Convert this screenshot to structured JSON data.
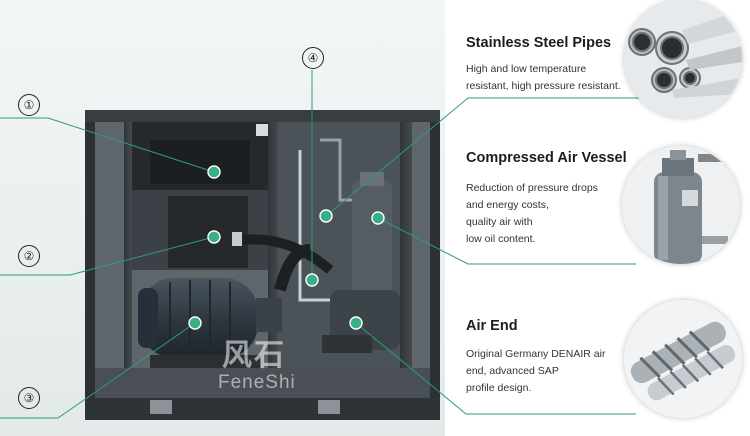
{
  "markers": {
    "m1": "①",
    "m2": "②",
    "m3": "③",
    "m4": "④"
  },
  "features": [
    {
      "title": "Stainless Steel Pipes",
      "lines": [
        "High and low temperature",
        "resistant, high pressure resistant."
      ],
      "icon": "steel-pipes-icon"
    },
    {
      "title": "Compressed Air Vessel",
      "lines": [
        "Reduction of pressure drops",
        "and energy costs,",
        "quality air with",
        "low oil content."
      ],
      "icon": "air-vessel-icon"
    },
    {
      "title": "Air End",
      "lines": [
        "Original Germany DENAIR air",
        "end, advanced SAP",
        "profile design."
      ],
      "icon": "screw-rotors-icon"
    }
  ],
  "watermark": {
    "cn": "风石",
    "en": "FeneShi"
  },
  "colors": {
    "leader": "#2e9a78",
    "dot": "#3aae84",
    "cabinet": "#3b3f43",
    "background": "#e9eeee"
  }
}
